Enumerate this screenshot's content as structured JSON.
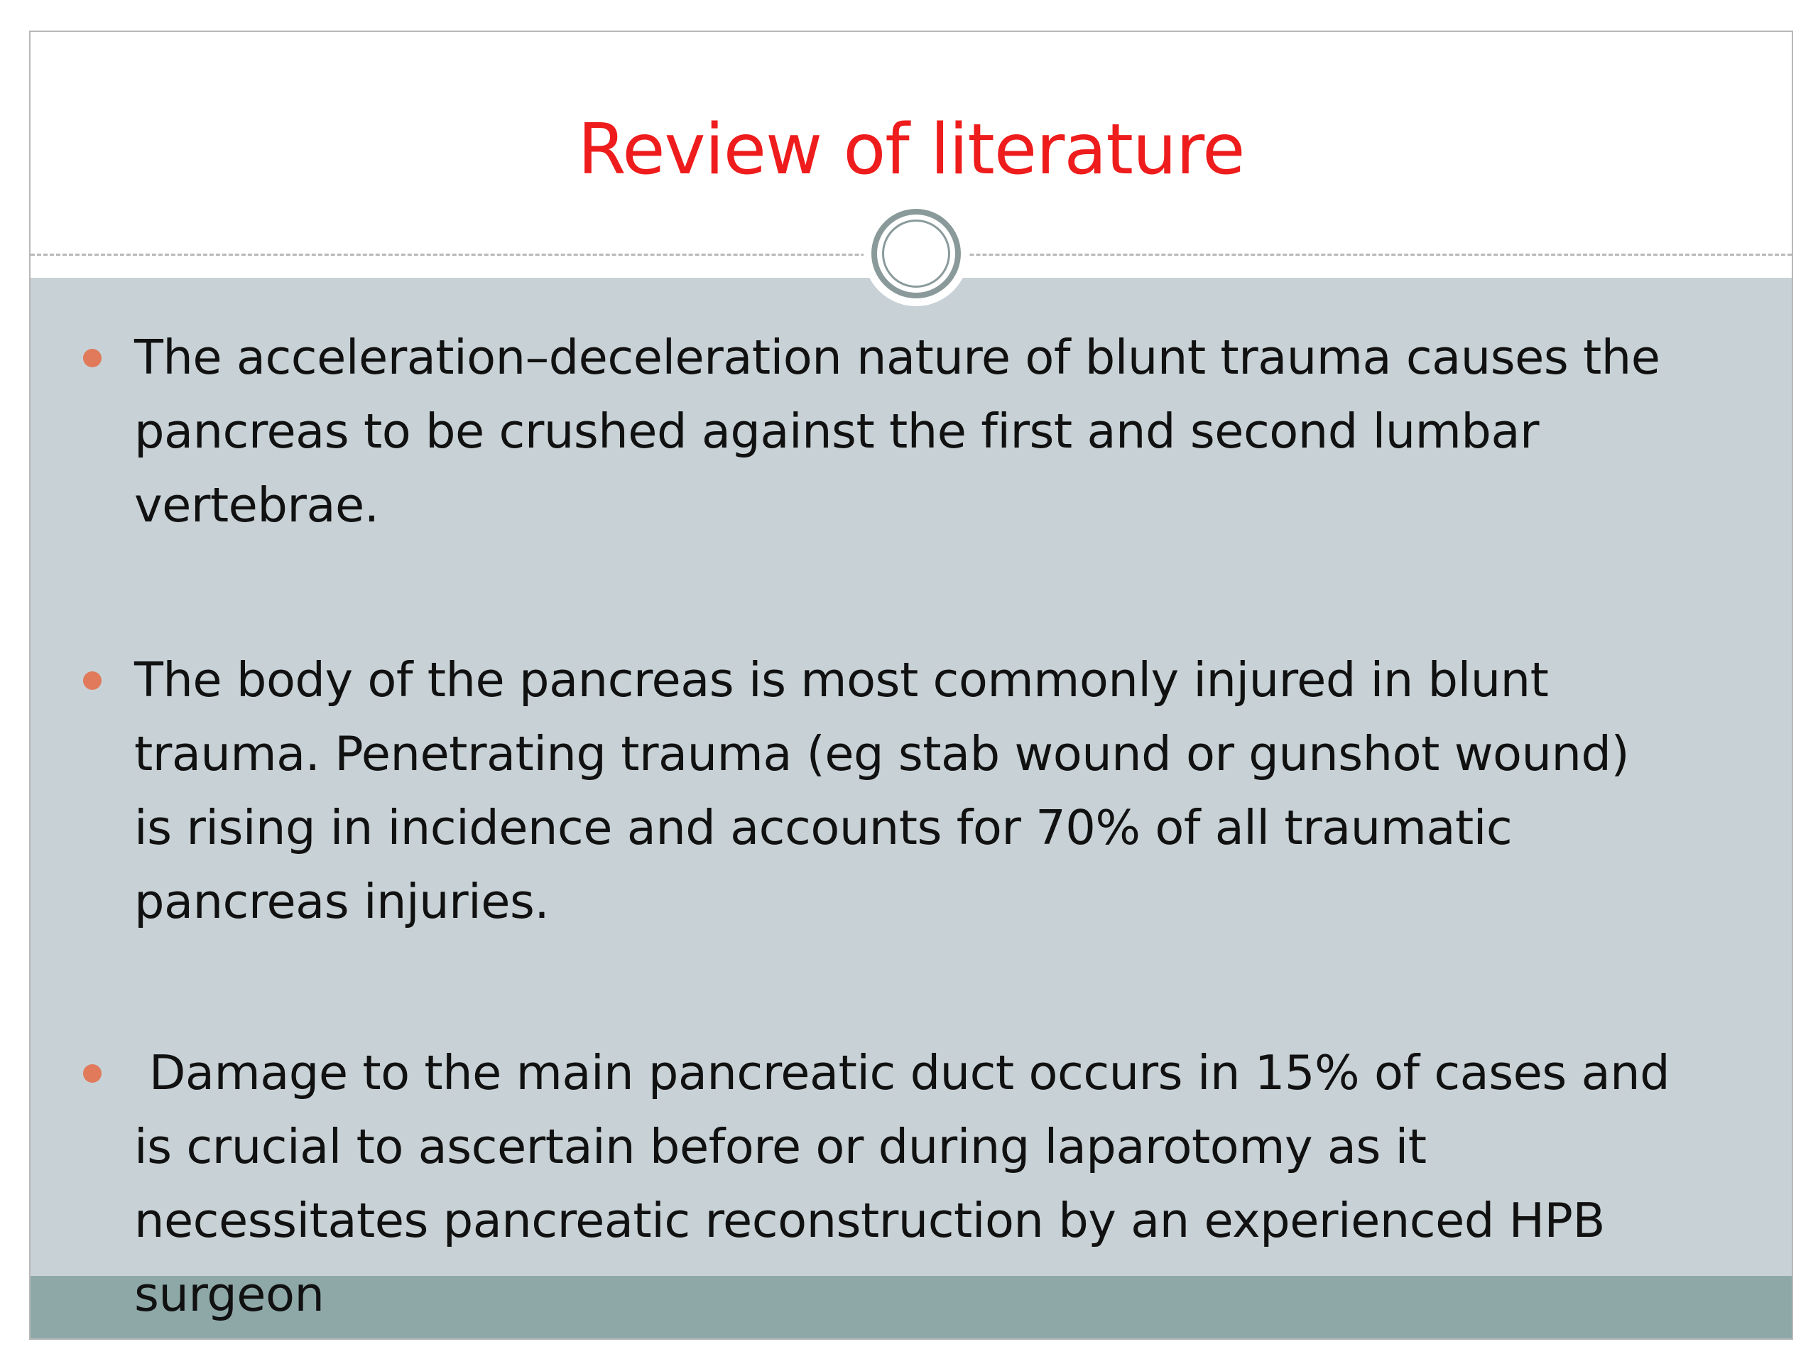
{
  "slide": {
    "title": "Review of literature",
    "bullets": [
      {
        "lines": [
          "The acceleration–deceleration nature of blunt trauma causes the",
          "pancreas to be crushed against the first and second lumbar",
          "vertebrae."
        ]
      },
      {
        "lines": [
          "The body of the pancreas is most commonly injured in blunt",
          "trauma. Penetrating trauma (eg stab wound or gunshot wound)",
          "is rising in incidence and accounts for 70% of all traumatic",
          "pancreas injuries."
        ]
      },
      {
        "lines": [
          " Damage to the main pancreatic duct occurs in 15% of cases and",
          "is crucial to ascertain before or during laparotomy as it",
          "necessitates pancreatic reconstruction by an experienced HPB",
          "surgeon"
        ]
      }
    ]
  },
  "colors": {
    "title": "#ee1c1c",
    "panel": "#c8d2d6",
    "footer": "#8ea8a8",
    "bullet": "#e07a5b",
    "ring": "#8a9a9a"
  }
}
